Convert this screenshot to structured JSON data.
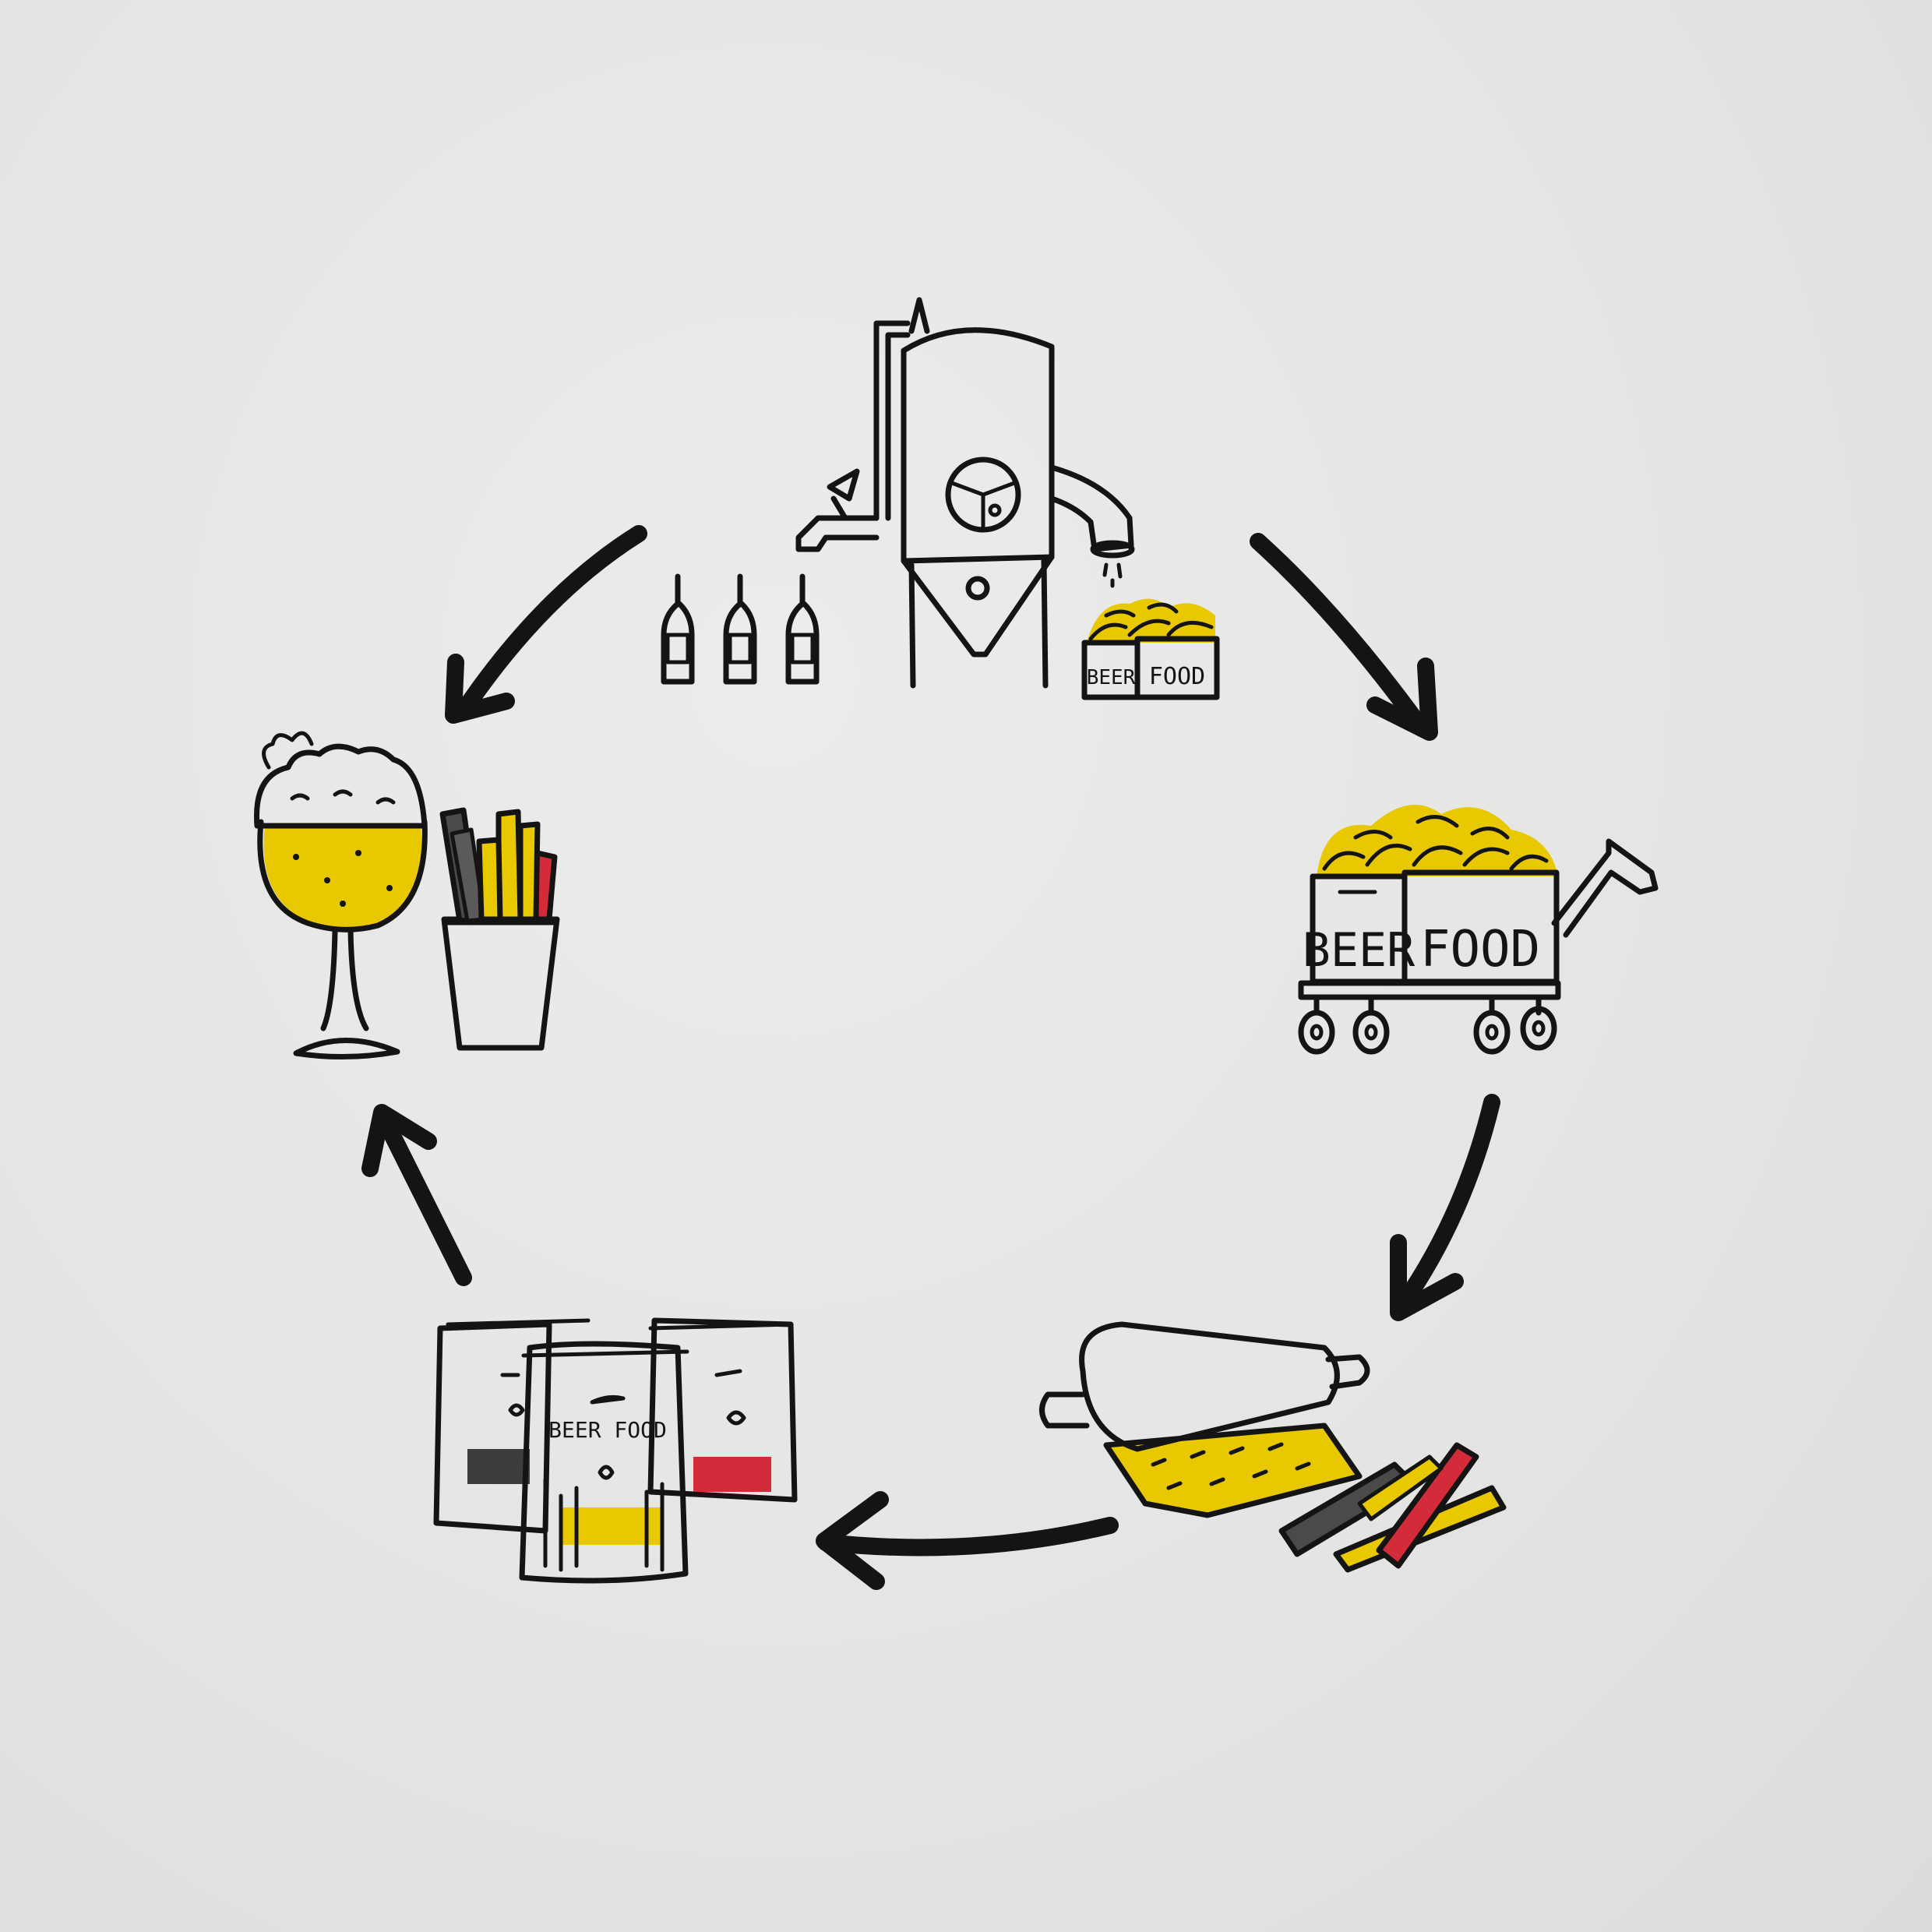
{
  "colors": {
    "ink": "#141414",
    "paper": "#e6e6e4",
    "beer_yellow": "#e8c800",
    "red": "#d42b3a",
    "gray": "#4a4a4a"
  },
  "steps": [
    {
      "icon": "brewing-tank-icon"
    },
    {
      "icon": "spent-grain-cart-icon"
    },
    {
      "icon": "rolling-pin-crackers-icon"
    },
    {
      "icon": "snack-bags-icon"
    },
    {
      "icon": "beer-glass-and-snacks-icon"
    }
  ],
  "labels": {
    "box_small_left": "BEER",
    "box_small_right": "FOOD",
    "cart_left": "BEER",
    "cart_right": "FOOD",
    "bag_front": "BEER FOOD"
  }
}
